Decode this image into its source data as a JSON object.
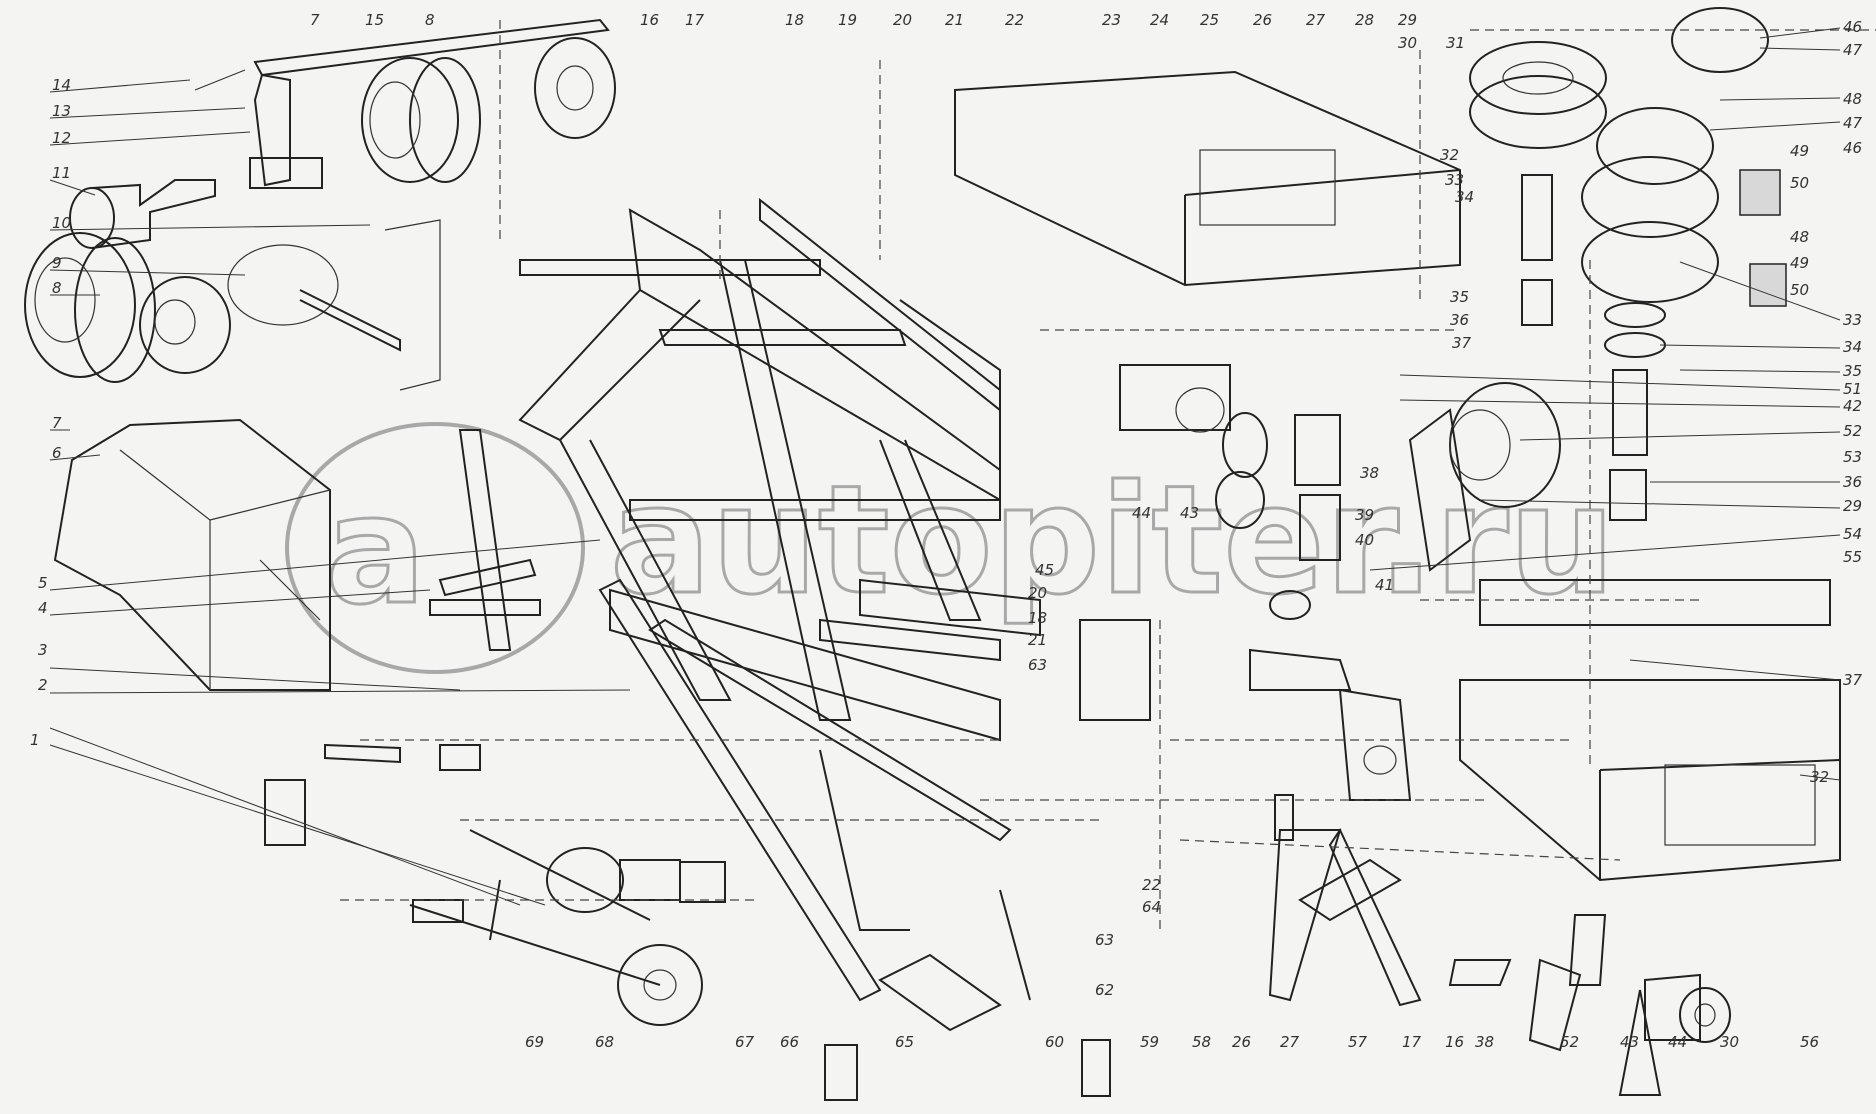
{
  "watermark": {
    "text": "autopiter.ru",
    "logo_letter": "a"
  },
  "callouts": {
    "left_column": [
      "14",
      "13",
      "12",
      "11",
      "10",
      "9",
      "8",
      "7",
      "6",
      "5",
      "4",
      "3",
      "2",
      "1"
    ],
    "top_row": [
      "7",
      "15",
      "8",
      "16",
      "17",
      "18",
      "19",
      "20",
      "21",
      "22",
      "23",
      "24",
      "25",
      "26",
      "27",
      "28",
      "29",
      "30",
      "31"
    ],
    "right_column": [
      "46",
      "47",
      "48",
      "47",
      "46",
      "49",
      "50",
      "48",
      "49",
      "50",
      "33",
      "34",
      "35",
      "51",
      "42",
      "52",
      "53",
      "36",
      "29",
      "54",
      "55",
      "37",
      "32"
    ],
    "center": [
      "32",
      "33",
      "34",
      "35",
      "36",
      "37",
      "38",
      "39",
      "40",
      "41",
      "43",
      "44",
      "45",
      "20",
      "18",
      "21",
      "63"
    ],
    "bottom_row": [
      "69",
      "68",
      "67",
      "66",
      "65",
      "60",
      "59",
      "58",
      "26",
      "27",
      "57",
      "17",
      "16",
      "38",
      "52",
      "43",
      "44",
      "30",
      "56"
    ],
    "middle_bottom": [
      "22",
      "64",
      "63",
      "62"
    ]
  }
}
